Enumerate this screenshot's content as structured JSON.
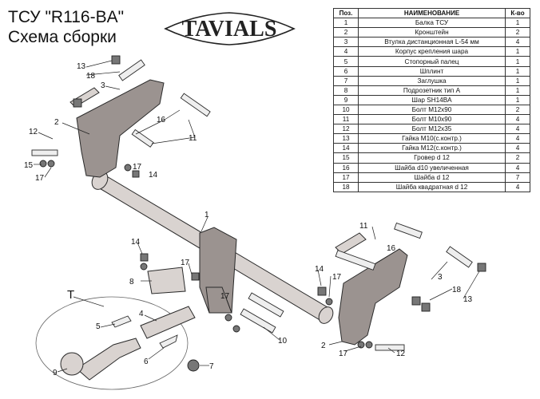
{
  "header": {
    "title_line1": "ТСУ  \"R116-BA\"",
    "title_line2": "Схема сборки",
    "logo_text": "TAVIALS"
  },
  "table": {
    "headers": [
      "Поз.",
      "НАИМЕНОВАНИЕ",
      "К-во"
    ],
    "rows": [
      [
        "1",
        "Балка ТСУ",
        "1"
      ],
      [
        "2",
        "Кронштейн",
        "2"
      ],
      [
        "3",
        "Втулка дистанционная L-54 мм",
        "4"
      ],
      [
        "4",
        "Корпус крепления шара",
        "1"
      ],
      [
        "5",
        "Стопорный палец",
        "1"
      ],
      [
        "6",
        "Шплинт",
        "1"
      ],
      [
        "7",
        "Заглушка",
        "1"
      ],
      [
        "8",
        "Подрозетник тип А",
        "1"
      ],
      [
        "9",
        "Шар SH14BA",
        "1"
      ],
      [
        "10",
        "Болт М12х90",
        "2"
      ],
      [
        "11",
        "Болт М10х90",
        "4"
      ],
      [
        "12",
        "Болт М12х35",
        "4"
      ],
      [
        "13",
        "Гайка М10(с.контр.)",
        "4"
      ],
      [
        "14",
        "Гайка М12(с.контр.)",
        "4"
      ],
      [
        "15",
        "Гровер d 12",
        "2"
      ],
      [
        "16",
        "Шайба d10 увеличенная",
        "4"
      ],
      [
        "17",
        "Шайба d 12",
        "7"
      ],
      [
        "18",
        "Шайба квадратная d 12",
        "4"
      ]
    ]
  },
  "callouts": {
    "c13a": "13",
    "c18a": "18",
    "c3a": "3",
    "c2a": "2",
    "c16a": "16",
    "c11a": "11",
    "c12a": "12",
    "c15a": "15",
    "c17a": "17",
    "c17b": "17",
    "c14a": "14",
    "c1": "1",
    "c14b": "14",
    "c17c": "17",
    "c8": "8",
    "cT": "T",
    "c4": "4",
    "c5": "5",
    "c6": "6",
    "c9": "9",
    "c7": "7",
    "c17d": "17",
    "c10": "10",
    "c14c": "14",
    "c17e": "17",
    "c11b": "11",
    "c16b": "16",
    "c3b": "3",
    "c18b": "18",
    "c13b": "13",
    "c2b": "2",
    "c17f": "17",
    "c12b": "12"
  },
  "colors": {
    "metal": "#9b9390",
    "metal_light": "#d9d3d0",
    "ink": "#111111"
  }
}
